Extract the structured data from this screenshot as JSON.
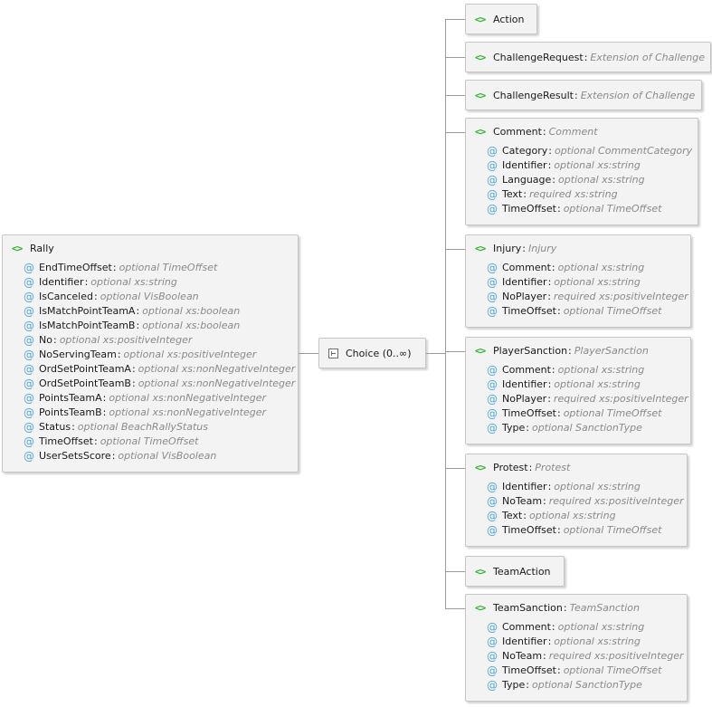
{
  "rally": {
    "name": "Rally",
    "attributes": [
      {
        "name": "EndTimeOffset",
        "type": "optional TimeOffset"
      },
      {
        "name": "Identifier",
        "type": "optional xs:string"
      },
      {
        "name": "IsCanceled",
        "type": "optional VisBoolean"
      },
      {
        "name": "IsMatchPointTeamA",
        "type": "optional xs:boolean"
      },
      {
        "name": "IsMatchPointTeamB",
        "type": "optional xs:boolean"
      },
      {
        "name": "No",
        "type": "optional xs:positiveInteger"
      },
      {
        "name": "NoServingTeam",
        "type": "optional xs:positiveInteger"
      },
      {
        "name": "OrdSetPointTeamA",
        "type": "optional xs:nonNegativeInteger"
      },
      {
        "name": "OrdSetPointTeamB",
        "type": "optional xs:nonNegativeInteger"
      },
      {
        "name": "PointsTeamA",
        "type": "optional xs:nonNegativeInteger"
      },
      {
        "name": "PointsTeamB",
        "type": "optional xs:nonNegativeInteger"
      },
      {
        "name": "Status",
        "type": "optional BeachRallyStatus"
      },
      {
        "name": "TimeOffset",
        "type": "optional TimeOffset"
      },
      {
        "name": "UserSetsScore",
        "type": "optional VisBoolean"
      }
    ]
  },
  "choice": {
    "label": "Choice (0..∞)"
  },
  "children": [
    {
      "name": "Action",
      "type": "",
      "attributes": []
    },
    {
      "name": "ChallengeRequest",
      "type": "Extension of Challenge",
      "attributes": []
    },
    {
      "name": "ChallengeResult",
      "type": "Extension of Challenge",
      "attributes": []
    },
    {
      "name": "Comment",
      "type": "Comment",
      "attributes": [
        {
          "name": "Category",
          "type": "optional CommentCategory"
        },
        {
          "name": "Identifier",
          "type": "optional xs:string"
        },
        {
          "name": "Language",
          "type": "optional xs:string"
        },
        {
          "name": "Text",
          "type": "required xs:string"
        },
        {
          "name": "TimeOffset",
          "type": "optional TimeOffset"
        }
      ]
    },
    {
      "name": "Injury",
      "type": "Injury",
      "attributes": [
        {
          "name": "Comment",
          "type": "optional xs:string"
        },
        {
          "name": "Identifier",
          "type": "optional xs:string"
        },
        {
          "name": "NoPlayer",
          "type": "required xs:positiveInteger"
        },
        {
          "name": "TimeOffset",
          "type": "optional TimeOffset"
        }
      ]
    },
    {
      "name": "PlayerSanction",
      "type": "PlayerSanction",
      "attributes": [
        {
          "name": "Comment",
          "type": "optional xs:string"
        },
        {
          "name": "Identifier",
          "type": "optional xs:string"
        },
        {
          "name": "NoPlayer",
          "type": "required xs:positiveInteger"
        },
        {
          "name": "TimeOffset",
          "type": "optional TimeOffset"
        },
        {
          "name": "Type",
          "type": "optional SanctionType"
        }
      ]
    },
    {
      "name": "Protest",
      "type": "Protest",
      "attributes": [
        {
          "name": "Identifier",
          "type": "optional xs:string"
        },
        {
          "name": "NoTeam",
          "type": "required xs:positiveInteger"
        },
        {
          "name": "Text",
          "type": "optional xs:string"
        },
        {
          "name": "TimeOffset",
          "type": "optional TimeOffset"
        }
      ]
    },
    {
      "name": "TeamAction",
      "type": "",
      "attributes": []
    },
    {
      "name": "TeamSanction",
      "type": "TeamSanction",
      "attributes": [
        {
          "name": "Comment",
          "type": "optional xs:string"
        },
        {
          "name": "Identifier",
          "type": "optional xs:string"
        },
        {
          "name": "NoTeam",
          "type": "required xs:positiveInteger"
        },
        {
          "name": "TimeOffset",
          "type": "optional TimeOffset"
        },
        {
          "name": "Type",
          "type": "optional SanctionType"
        }
      ]
    }
  ],
  "icons": {
    "element": "element-icon",
    "attribute": "attribute-icon",
    "choice": "choice-icon"
  },
  "colors": {
    "element_icon": "#2bb22b",
    "attribute_icon": "#52a8e0",
    "type_text": "#8a8a8a",
    "box_bg": "#f3f3f3"
  }
}
